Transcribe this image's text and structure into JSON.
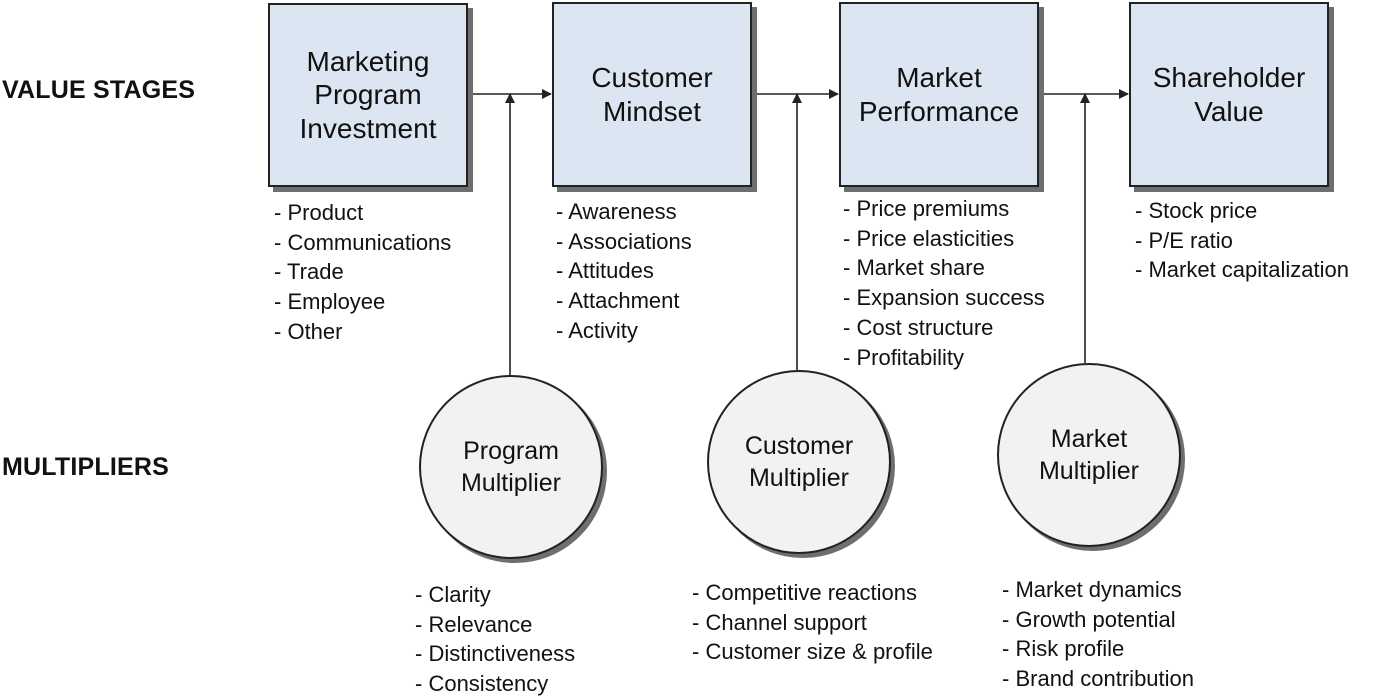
{
  "row_labels": {
    "value_stages": "VALUE STAGES",
    "multipliers": "MULTIPLIERS"
  },
  "colors": {
    "box_fill": "#dce6f2",
    "circle_fill": "#f2f2f2",
    "line": "#222222",
    "shadow": "#6e6e6e"
  },
  "stages": [
    {
      "title": "Marketing\nProgram\nInvestment",
      "items": [
        "Product",
        "Communications",
        "Trade",
        "Employee",
        "Other"
      ]
    },
    {
      "title": "Customer\nMindset",
      "items": [
        "Awareness",
        "Associations",
        "Attitudes",
        "Attachment",
        "Activity"
      ]
    },
    {
      "title": "Market\nPerformance",
      "items": [
        "Price premiums",
        "Price elasticities",
        "Market share",
        "Expansion success",
        "Cost structure",
        "Profitability"
      ]
    },
    {
      "title": "Shareholder\nValue",
      "items": [
        "Stock price",
        "P/E ratio",
        "Market capitalization"
      ]
    }
  ],
  "multipliers": [
    {
      "title": "Program\nMultiplier",
      "items": [
        "Clarity",
        "Relevance",
        "Distinctiveness",
        "Consistency"
      ]
    },
    {
      "title": "Customer\nMultiplier",
      "items": [
        "Competitive reactions",
        "Channel support",
        "Customer size & profile"
      ]
    },
    {
      "title": "Market\nMultiplier",
      "items": [
        "Market dynamics",
        "Growth potential",
        "Risk profile",
        "Brand contribution"
      ]
    }
  ]
}
